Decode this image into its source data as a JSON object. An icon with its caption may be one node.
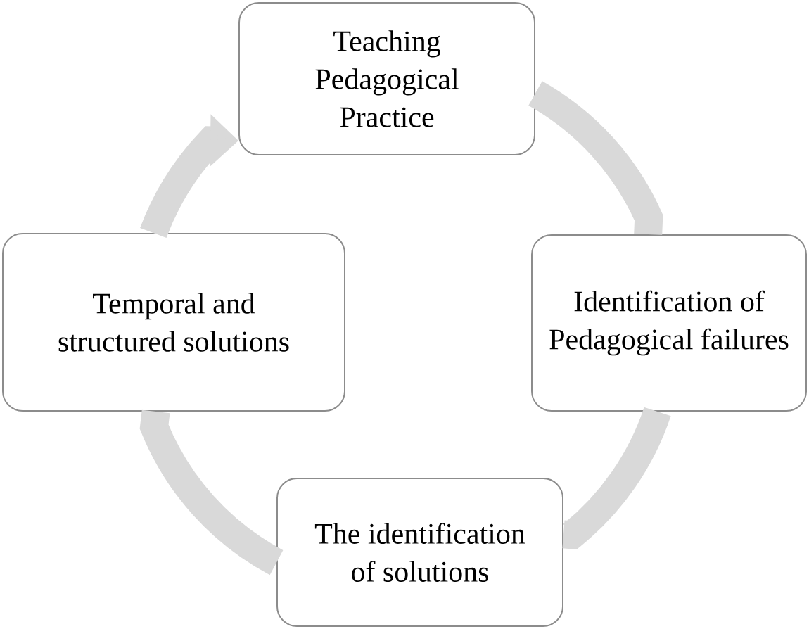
{
  "diagram": {
    "nodes": [
      {
        "text": [
          "Teaching Pedagogical Practice"
        ]
      },
      {
        "text": [
          "Identification of Pedagogical failures"
        ]
      },
      {
        "text": [
          "The identification of solutions"
        ]
      },
      {
        "text": [
          "Temporal and structured solutions"
        ]
      }
    ],
    "edges": [
      {
        "from": 0,
        "to": 1,
        "arrow": "none"
      },
      {
        "from": 1,
        "to": 2,
        "arrow": "none"
      },
      {
        "from": 2,
        "to": 3,
        "arrow": "none"
      },
      {
        "from": 3,
        "to": 0,
        "arrow": "to"
      }
    ]
  }
}
